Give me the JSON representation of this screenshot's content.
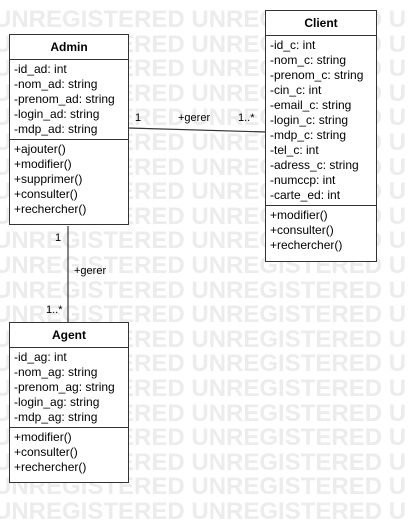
{
  "watermark": {
    "text": "UNREGISTERED UNREGISTERED U",
    "rows": 21
  },
  "classes": {
    "admin": {
      "name": "Admin",
      "attributes": [
        "-id_ad: int",
        "-nom_ad: string",
        "-prenom_ad: string",
        "-login_ad: string",
        "-mdp_ad: string"
      ],
      "methods": [
        "+ajouter()",
        "+modifier()",
        "+supprimer()",
        "+consulter()",
        "+rechercher()"
      ]
    },
    "client": {
      "name": "Client",
      "attributes": [
        "-id_c: int",
        "-nom_c: string",
        "-prenom_c: string",
        "-cin_c: int",
        "-email_c: string",
        "-login_c: string",
        "-mdp_c: string",
        "-tel_c: int",
        "-adress_c: string",
        "-numccp: int",
        "-carte_ed: int"
      ],
      "methods": [
        "+modifier()",
        "+consulter()",
        "+rechercher()"
      ]
    },
    "agent": {
      "name": "Agent",
      "attributes": [
        "-id_ag: int",
        "-nom_ag: string",
        "-prenom_ag: string",
        "-login_ag: string",
        "-mdp_ag: string"
      ],
      "methods": [
        "+modifier()",
        "+consulter()",
        "+rechercher()"
      ]
    }
  },
  "associations": {
    "admin_client": {
      "label": "+gerer",
      "source_mult": "1",
      "target_mult": "1..*"
    },
    "admin_agent": {
      "label": "+gerer",
      "source_mult": "1",
      "target_mult": "1..*"
    }
  },
  "colors": {
    "border": "#333333",
    "watermark": "#ececec"
  }
}
